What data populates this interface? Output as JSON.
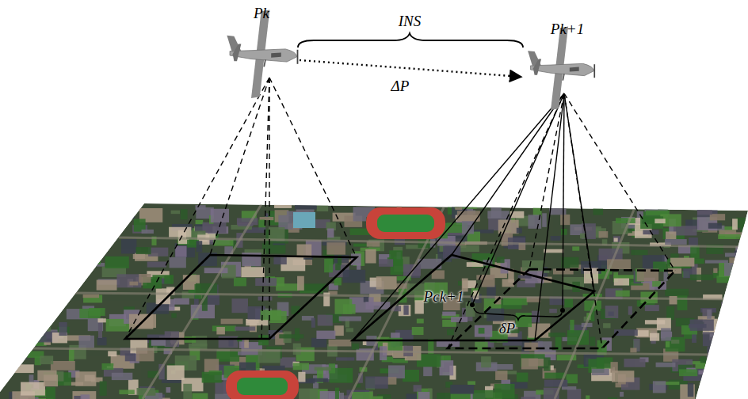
{
  "diagram": {
    "labels": [
      "Pk",
      "INS",
      "ΔP",
      "Pk+1",
      "Pck+1",
      "δP"
    ]
  }
}
